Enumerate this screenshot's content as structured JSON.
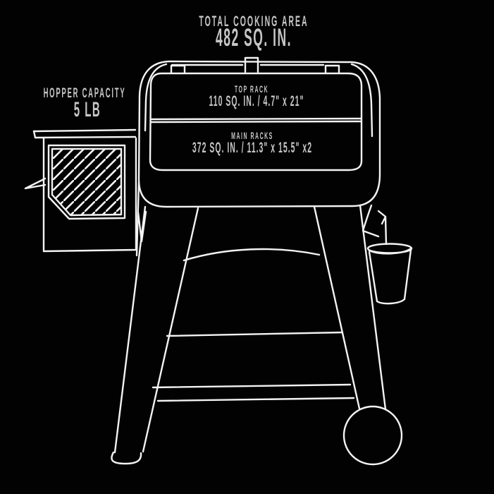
{
  "colors": {
    "background": "#020202",
    "line": "#f3f3f3",
    "text": "#c6c6c6"
  },
  "cooking_area": {
    "label": "TOTAL COOKING AREA",
    "value": "482 SQ. IN."
  },
  "hopper": {
    "label": "HOPPER CAPACITY",
    "value": "5 LB"
  },
  "top_rack": {
    "label": "TOP RACK",
    "value": "110 SQ. IN. / 4.7\" x 21\""
  },
  "main_racks": {
    "label": "MAIN RACKS",
    "value": "372 SQ. IN. / 11.3\" x 15.5\" x2"
  }
}
